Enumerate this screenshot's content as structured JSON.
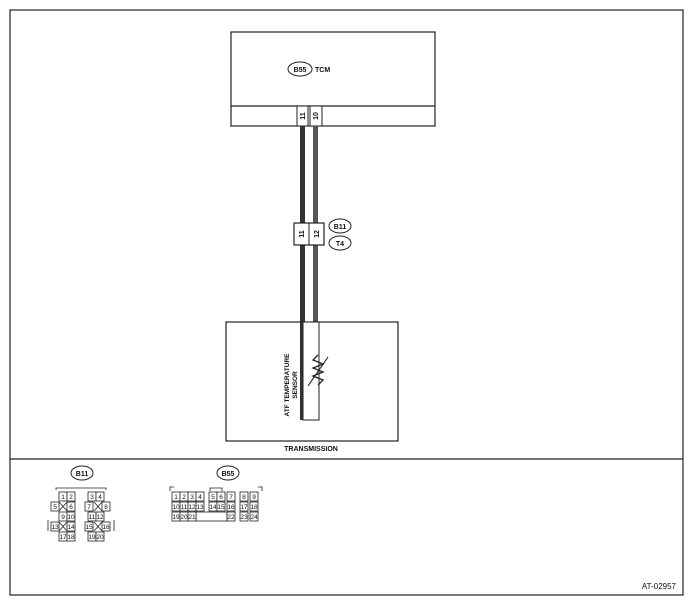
{
  "tcm": {
    "connector": "B55",
    "name": "TCM",
    "pin_a": "11",
    "pin_b": "10"
  },
  "junction": {
    "pin_a": "11",
    "pin_b": "12",
    "label_top": "B11",
    "label_bottom": "T4"
  },
  "transmission": {
    "label": "TRANSMISSION",
    "sensor_line1": "ATF TEMPERATURE",
    "sensor_line2": "SENSOR"
  },
  "connectors": {
    "b11": {
      "label": "B11",
      "rows": [
        [
          "1",
          "2",
          "3",
          "4"
        ],
        [
          "5",
          "6",
          "7",
          "8"
        ],
        [
          "9",
          "10",
          "11",
          "12"
        ],
        [
          "13",
          "14",
          "15",
          "16"
        ],
        [
          "17",
          "18",
          "19",
          "20"
        ]
      ]
    },
    "b55": {
      "label": "B55",
      "rows": [
        [
          "1",
          "2",
          "3",
          "4",
          "5",
          "6",
          "7",
          "8",
          "9"
        ],
        [
          "10",
          "11",
          "12",
          "13",
          "14",
          "15",
          "16",
          "17",
          "18"
        ],
        [
          "19",
          "20",
          "21",
          "22",
          "23",
          "24"
        ]
      ]
    }
  },
  "figure_id": "AT-02957"
}
